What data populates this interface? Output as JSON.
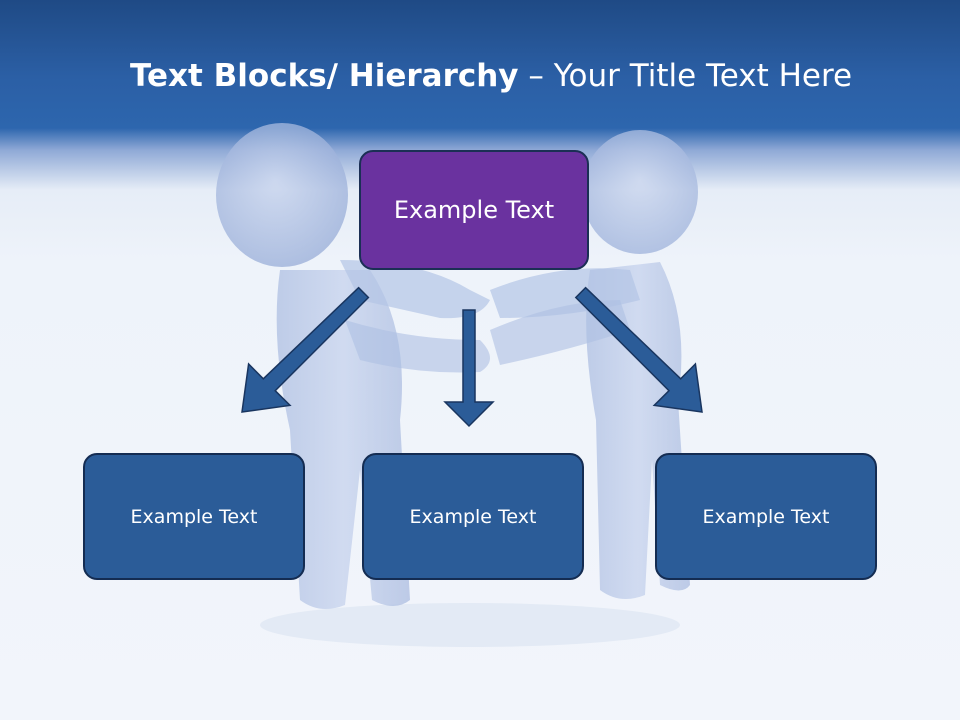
{
  "slide": {
    "title_bold": "Text Blocks/ Hierarchy",
    "title_separator": " – ",
    "title_regular": "Your Title Text Here"
  },
  "hierarchy": {
    "top_box": "Example Text",
    "children": [
      "Example Text",
      "Example Text",
      "Example Text"
    ]
  },
  "colors": {
    "header_band": "#2d66ae",
    "top_box_fill": "#6a329f",
    "child_box_fill": "#2b5c98",
    "arrow_fill": "#2b5c98",
    "text": "#ffffff"
  }
}
